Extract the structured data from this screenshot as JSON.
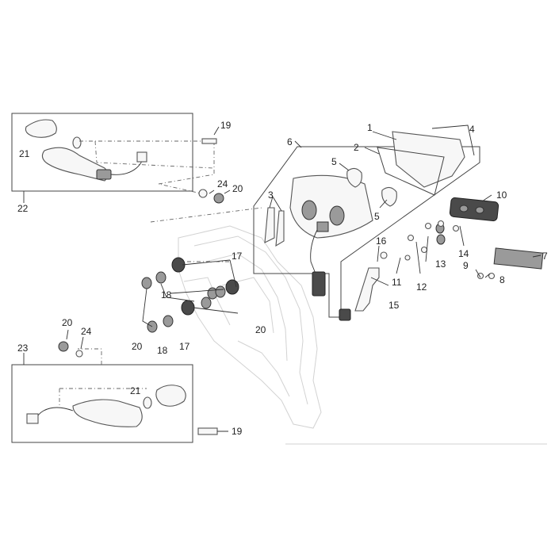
{
  "callouts": [
    {
      "id": "c1",
      "text": "1"
    },
    {
      "id": "c2",
      "text": "2"
    },
    {
      "id": "c3",
      "text": "3"
    },
    {
      "id": "c4",
      "text": "4"
    },
    {
      "id": "c5a",
      "text": "5"
    },
    {
      "id": "c5b",
      "text": "5"
    },
    {
      "id": "c6",
      "text": "6"
    },
    {
      "id": "c7",
      "text": "7"
    },
    {
      "id": "c8",
      "text": "8"
    },
    {
      "id": "c9",
      "text": "9"
    },
    {
      "id": "c10",
      "text": "10"
    },
    {
      "id": "c11",
      "text": "11"
    },
    {
      "id": "c12",
      "text": "12"
    },
    {
      "id": "c13",
      "text": "13"
    },
    {
      "id": "c14",
      "text": "14"
    },
    {
      "id": "c15",
      "text": "15"
    },
    {
      "id": "c16",
      "text": "16"
    },
    {
      "id": "c17a",
      "text": "17"
    },
    {
      "id": "c17b",
      "text": "17"
    },
    {
      "id": "c18a",
      "text": "18"
    },
    {
      "id": "c18b",
      "text": "18"
    },
    {
      "id": "c19a",
      "text": "19"
    },
    {
      "id": "c19b",
      "text": "19"
    },
    {
      "id": "c20a",
      "text": "20"
    },
    {
      "id": "c20b",
      "text": "20"
    },
    {
      "id": "c20c",
      "text": "20"
    },
    {
      "id": "c20d",
      "text": "20"
    },
    {
      "id": "c21a",
      "text": "21"
    },
    {
      "id": "c21b",
      "text": "21"
    },
    {
      "id": "c22",
      "text": "22"
    },
    {
      "id": "c23",
      "text": "23"
    },
    {
      "id": "c24a",
      "text": "24"
    },
    {
      "id": "c24b",
      "text": "24"
    }
  ]
}
